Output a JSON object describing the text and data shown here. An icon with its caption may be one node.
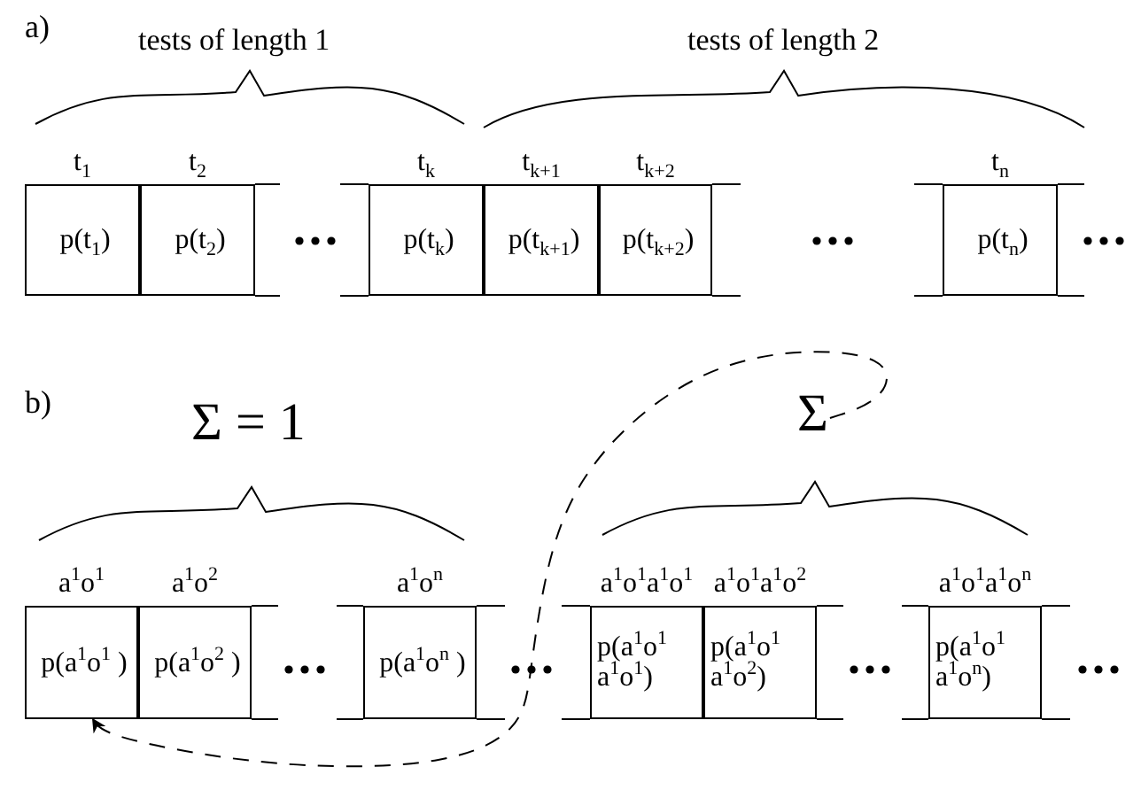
{
  "diagram": {
    "nodes": [
      {
        "text": [
          "t$_{1}$",
          "p(t$_{1}$)"
        ]
      },
      {
        "text": [
          "t$_{2}$",
          "p(t$_{2}$)"
        ]
      },
      {
        "text": [
          "t$_{k}$",
          "p(t$_{k}$)"
        ]
      },
      {
        "text": [
          "t$_{k+1}$",
          "p(t$_{k+1}$)"
        ]
      },
      {
        "text": [
          "t$_{k+2}$",
          "p(t$_{k+2}$)"
        ]
      },
      {
        "text": [
          "t$_{n}$",
          "p(t$_{n}$)"
        ]
      },
      {
        "text": [
          "Σ"
        ]
      },
      {
        "text": [
          "a$^{1}$o$^{1}$",
          "p(a$^{1}$o$^{1}$ )"
        ]
      },
      {
        "text": [
          "a$^{1}$o$^{2}$",
          "p(a$^{1}$o$^{2}$ )"
        ]
      },
      {
        "text": [
          "a$^{1}$o$^{n}$",
          "p(a$^{1}$o$^{n}$ )"
        ]
      },
      {
        "text": [
          "a$^{1}$o$^{1}$a$^{1}$o$^{1}$",
          "p(a$^{1}$o$^{1}$ a$^{1}$o$^{1}$)"
        ]
      },
      {
        "text": [
          "a$^{1}$o$^{1}$a$^{1}$o$^{2}$",
          "p(a$^{1}$o$^{1}$ a$^{1}$o$^{2}$)"
        ]
      },
      {
        "text": [
          "a$^{1}$o$^{1}$a$^{1}$o$^{n}$",
          "p(a$^{1}$o$^{1}$ a$^{1}$o$^{n}$)"
        ]
      }
    ],
    "edges": [
      {
        "from": 6,
        "to": 7,
        "arrow": "to",
        "style": "dashed"
      }
    ],
    "labels": [
      "a)",
      "tests of length 1",
      "tests of length 2",
      "b)",
      "Σ = 1"
    ]
  }
}
